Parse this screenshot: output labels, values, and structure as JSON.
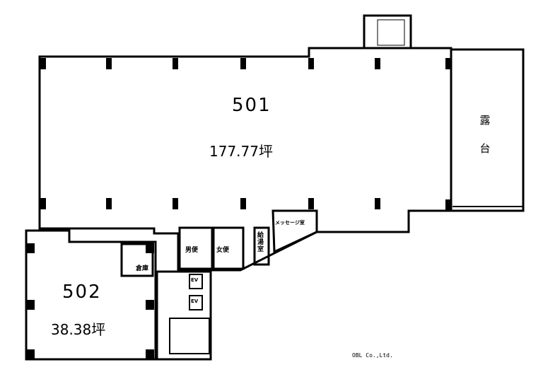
{
  "units": [
    {
      "id": "501",
      "area": "177.77坪"
    },
    {
      "id": "502",
      "area": "38.38坪"
    }
  ],
  "rooms": {
    "mens_toilet": "男便",
    "womens_toilet": "女便",
    "kitchenette": "給湯室",
    "mail_corner": "メッセージ室",
    "storage": "倉庫",
    "elevator_1": "EV",
    "elevator_2": "EV",
    "balcony": "露台"
  },
  "credit": "OBL Co.,Ltd."
}
